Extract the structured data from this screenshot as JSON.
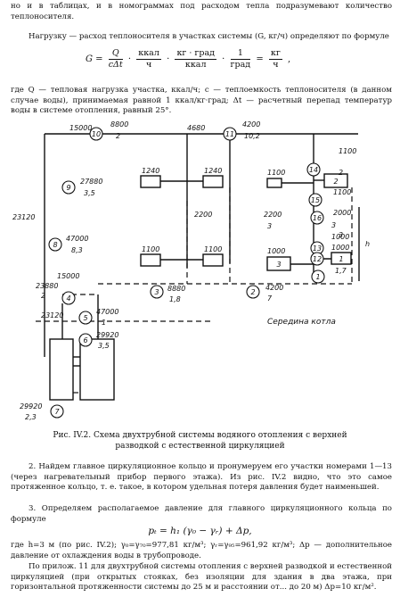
{
  "paragraph_1": "но и в таблицах, и в номограммах под расходом тепла подразумевают количество теплоносителя.",
  "paragraph_2": "Нагрузку — расход теплоносителя в участках системы (G, кг/ч) определяют по формуле",
  "formula_1": {
    "lhs": "G =",
    "f1_num": "Q",
    "f1_den": "cΔt",
    "f2_num": "ккал",
    "f2_den": "ч",
    "f3_num": "кг · град",
    "f3_den": "ккал",
    "f4_num": "1",
    "f4_den": "град",
    "eq": "=",
    "f5_num": "кг",
    "f5_den": "ч",
    "tail": ","
  },
  "paragraph_3": "где Q — тепловая нагрузка участка, ккал/ч; c — теплоемкость теплоносителя (в данном случае воды), принимаемая равной 1 ккал/кг·град; Δt — расчетный перепад температур воды в системе отопления, равный 25°.",
  "diagram": {
    "labels": {
      "l15000_top": "15000",
      "l8800": "8800",
      "l2a": "2",
      "l4680": "4680",
      "l4200": "4200",
      "l10_2": "10,2",
      "l27880": "27880",
      "l3_5a": "3,5",
      "l1240a": "1240",
      "l1240b": "1240",
      "l2200": "2200",
      "l23120": "23120",
      "l47000a": "47000",
      "l8_3": "8,3",
      "l1100a": "1100",
      "l1100b": "1100",
      "l15000_mid": "15000",
      "l23880": "23880",
      "l2b": "2",
      "l8880": "8880",
      "l1_8": "1,8",
      "l4200b": "4200",
      "l7": "7",
      "l23120b": "23120",
      "l47000b": "47000",
      "l1": "1",
      "l29920": "29920",
      "l3_5b": "3,5",
      "l29920b": "29920",
      "l2_3": "2,3",
      "r1100": "1100",
      "r1100b": "1100",
      "r2": "2",
      "r2200": "2200",
      "r3": "3",
      "r1000a": "1000",
      "r1000b": "1000",
      "r3b": "3",
      "r1100c": "1100",
      "r2000": "2000",
      "r3c": "3",
      "r1000c": "1000",
      "r1_7": "1,7",
      "h_label": "h",
      "boiler_middle": "Середина котла"
    },
    "nodes": {
      "n1": "1",
      "n2": "2",
      "n3": "3",
      "n4": "4",
      "n5": "5",
      "n6": "6",
      "n7": "7",
      "n8": "8",
      "n9": "9",
      "n10": "10",
      "n11": "11",
      "n12": "12",
      "n13": "13",
      "n14": "14",
      "n15": "15",
      "n16": "16"
    },
    "boxes": {
      "b1": "1",
      "b2": "2",
      "b3": "3"
    }
  },
  "caption": "Рис. IV.2. Схема двухтрубной системы водяного отопления с верхней разводкой с естественной циркуляцией",
  "paragraph_4": "2. Найдем главное циркуляционное кольцо и пронумеруем его участки номерами 1—13 (через нагревательный прибор первого этажа). Из рис. IV.2 видно, что это самое протяженное кольцо, т. е. такое, в котором удельная потеря давления будет наименьшей.",
  "paragraph_5": "3. Определяем располагаемое давление для главного циркуляционного кольца по формуле",
  "formula_2": "pₜ = h₁ (γ₀ − γᵣ) + Δp,",
  "paragraph_6": "где h=3 м (по рис. IV.2); γ₀=γ₇₀=977,81 кг/м³; γᵣ=γ₉₅=961,92 кг/м³; Δp — дополнительное давление от охлаждения воды в трубопроводе.",
  "paragraph_7": "По прилож. 11 для двухтрубной системы отопления с верхней разводкой и естественной циркуляцией (при открытых стояках, без изоляции для здания в два этажа, при горизонтальной протяженности системы до 25 м и расстоянии от... до 20 м) Δp=10 кг/м²."
}
